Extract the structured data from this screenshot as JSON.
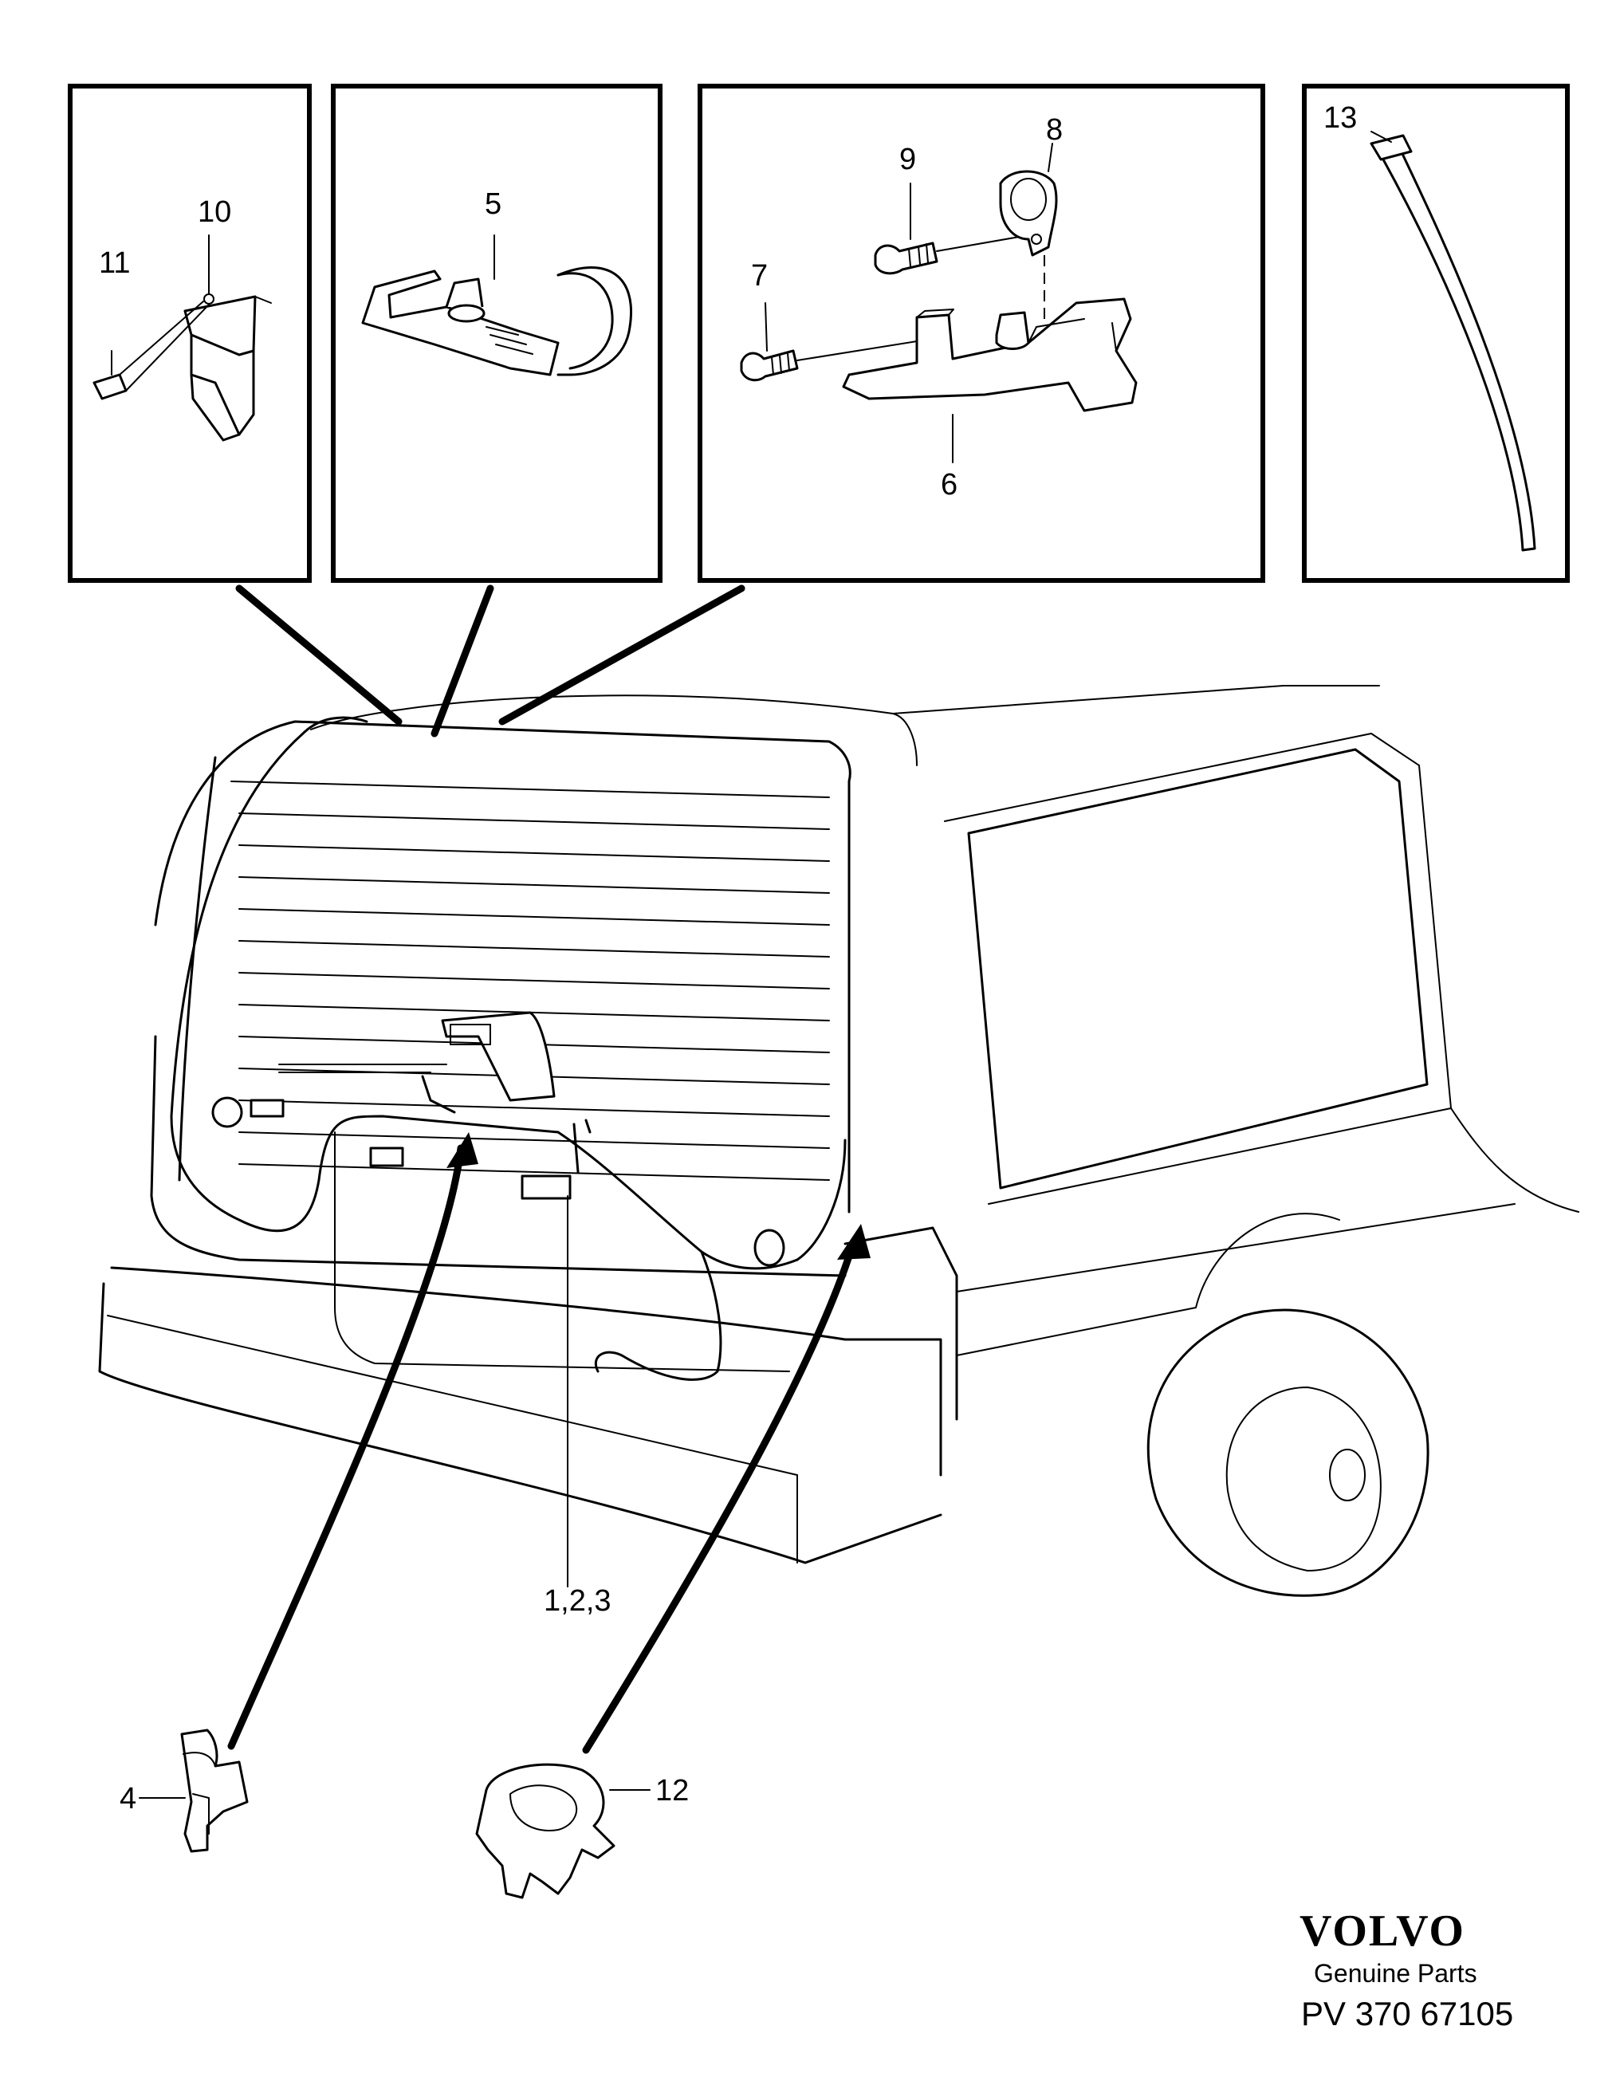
{
  "callouts": {
    "c1": "1,2,3",
    "c4": "4",
    "c5": "5",
    "c6": "6",
    "c7": "7",
    "c8": "8",
    "c9": "9",
    "c10": "10",
    "c11": "11",
    "c12": "12",
    "c13": "13"
  },
  "brand": {
    "logo": "VOLVO",
    "subtitle": "Genuine Parts",
    "code": "PV 370  67105"
  }
}
